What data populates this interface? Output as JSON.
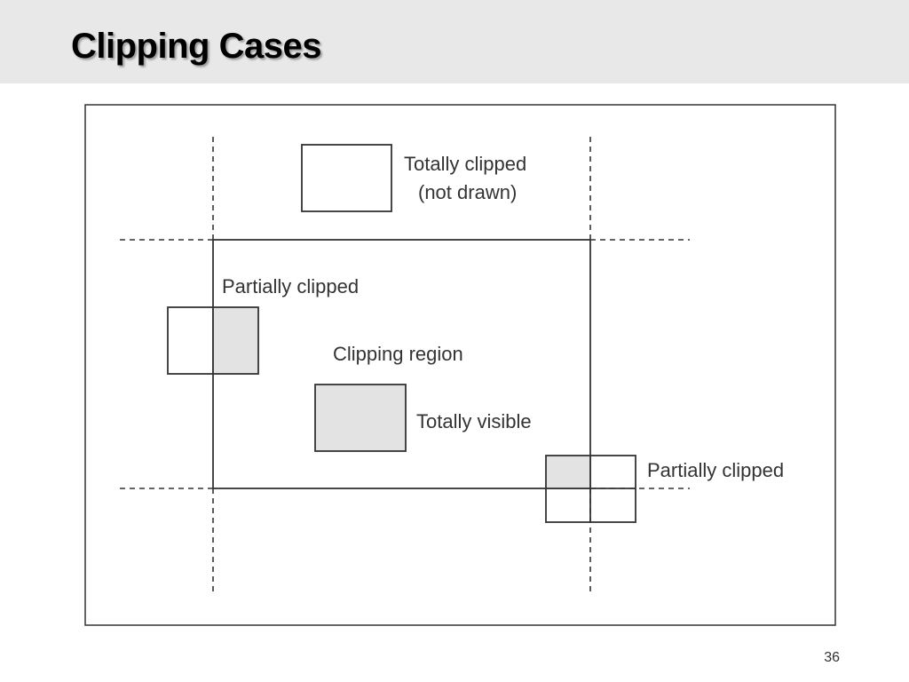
{
  "slide": {
    "title": "Clipping Cases",
    "page_number": "36"
  },
  "diagram": {
    "labels": {
      "totally_clipped_line1": "Totally clipped",
      "totally_clipped_line2": "(not drawn)",
      "partially_clipped_left": "Partially clipped",
      "clipping_region": "Clipping region",
      "totally_visible": "Totally visible",
      "partially_clipped_right": "Partially clipped"
    },
    "colors": {
      "visible_fill": "#e3e3e3",
      "line": "#333333",
      "header_band": "#e8e8e8"
    }
  }
}
